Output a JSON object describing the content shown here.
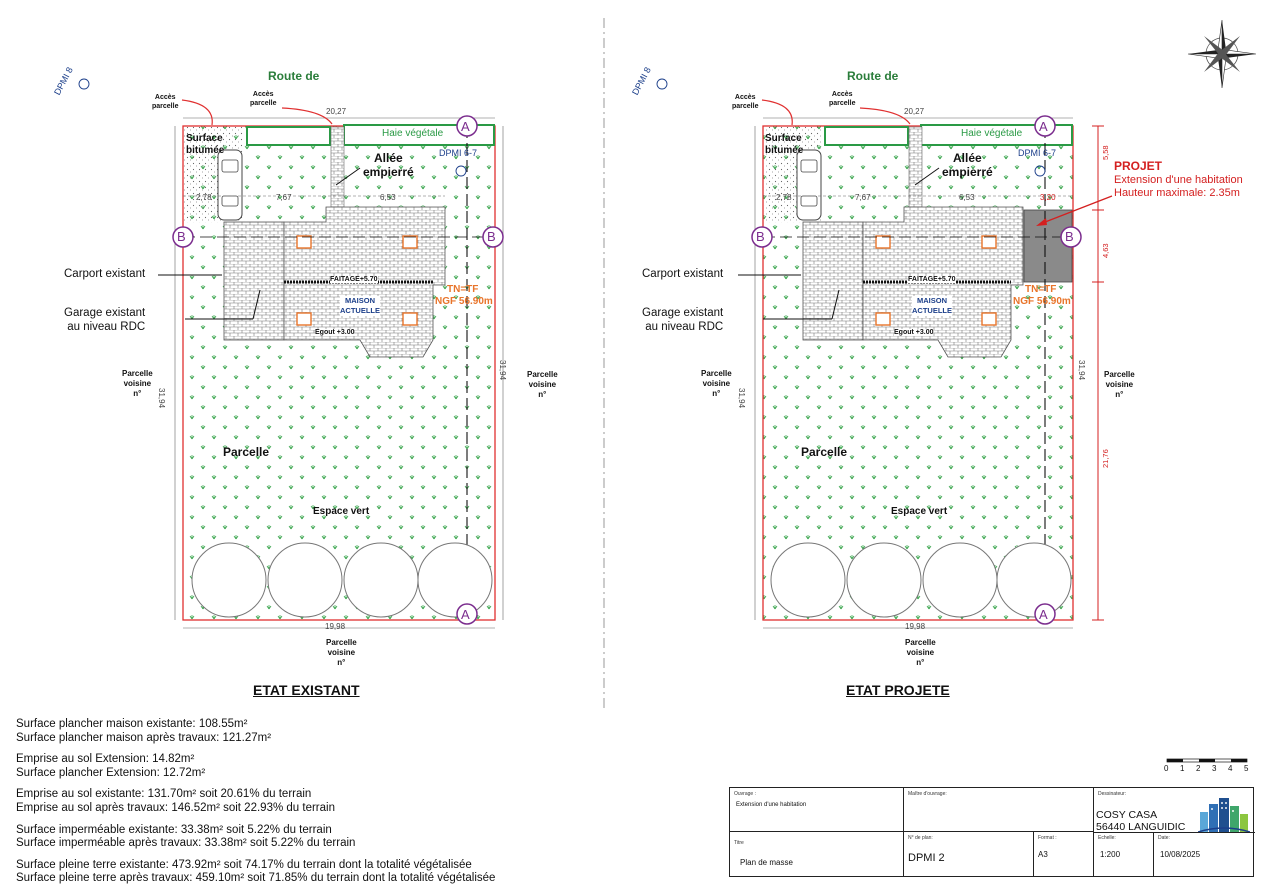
{
  "plans": [
    {
      "id": "existant",
      "caption": "ETAT EXISTANT",
      "route": "Route de",
      "dpmi8": "DPMI 8",
      "acces1": [
        "Accès",
        "parcelle"
      ],
      "acces2": [
        "Accès",
        "parcelle"
      ],
      "dim_top": "20,27",
      "haie": "Haie végétale",
      "surface_bitumee": [
        "Surface",
        "bitumée"
      ],
      "allee": [
        "Allée",
        "empierré"
      ],
      "dpmi67": "DPMI 6-7",
      "dim_278": "2,78",
      "dim_767": "7,67",
      "dim_653": "6,53",
      "carport": "Carport existant",
      "garage": [
        "Garage existant",
        "au niveau RDC"
      ],
      "faitage": "FAITAGE+5.70",
      "maison": [
        "MAISON",
        "ACTUELLE"
      ],
      "tn": "TN=TF",
      "ngf": "NGF 56.90m",
      "egout": "Egout +3.00",
      "voisine_left": [
        "Parcelle",
        "voisine",
        "n°"
      ],
      "voisine_right": [
        "Parcelle",
        "voisine",
        "n°"
      ],
      "voisine_bottom": [
        "Parcelle",
        "voisine",
        "n°"
      ],
      "dim_left": "31,94",
      "dim_right": "31,94",
      "parcelle": "Parcelle",
      "espace_vert": "Espace vert",
      "dim_bottom": "19,98",
      "section_a": "A",
      "section_b": "B"
    },
    {
      "id": "projete",
      "caption": "ETAT PROJETE",
      "route": "Route de",
      "dpmi8": "DPMI 8",
      "acces1": [
        "Accès",
        "parcelle"
      ],
      "acces2": [
        "Accès",
        "parcelle"
      ],
      "dim_top": "20,27",
      "haie": "Haie végétale",
      "surface_bitumee": [
        "Surface",
        "bitumée"
      ],
      "allee": [
        "Allée",
        "empierré"
      ],
      "dpmi67": "DPMI 6-7",
      "dim_278": "2,78",
      "dim_767": "7,67",
      "dim_653": "6,53",
      "dim_320": "3,20",
      "carport": "Carport existant",
      "garage": [
        "Garage existant",
        "au niveau RDC"
      ],
      "faitage": "FAITAGE+5.70",
      "maison": [
        "MAISON",
        "ACTUELLE"
      ],
      "tn": "TN=TF",
      "ngf": "NGF 56.90m",
      "egout": "Egout +3.00",
      "voisine_left": [
        "Parcelle",
        "voisine",
        "n°"
      ],
      "voisine_right": [
        "Parcelle",
        "voisine",
        "n°"
      ],
      "voisine_bottom": [
        "Parcelle",
        "voisine",
        "n°"
      ],
      "dim_left": "31,94",
      "dim_right": "31,94",
      "parcelle": "Parcelle",
      "espace_vert": "Espace vert",
      "dim_bottom": "19,98",
      "section_a": "A",
      "section_b": "B",
      "projet": [
        "PROJET",
        "Extension d'une habitation",
        "Hauteur maximale: 2.35m"
      ],
      "red_dims": [
        "5,58",
        "4,63",
        "21,76"
      ]
    }
  ],
  "stats": [
    [
      "Surface plancher maison existante: 108.55m²",
      "Surface plancher maison après travaux: 121.27m²"
    ],
    [
      "Emprise au sol Extension: 14.82m²",
      "Surface plancher Extension: 12.72m²"
    ],
    [
      "Emprise au sol existante: 131.70m² soit 20.61% du terrain",
      "Emprise au sol après travaux: 146.52m² soit 22.93% du terrain"
    ],
    [
      "Surface imperméable existante: 33.38m² soit 5.22% du terrain",
      "Surface imperméable après travaux: 33.38m² soit 5.22% du terrain"
    ],
    [
      "Surface pleine terre existante: 473.92m² soit 74.17% du terrain dont la totalité végétalisée",
      "Surface pleine terre après travaux: 459.10m² soit 71.85% du terrain dont la totalité végétalisée"
    ]
  ],
  "scale_ticks": [
    "0",
    "1",
    "2",
    "3",
    "4",
    "5"
  ],
  "cartouche": {
    "ouvrage_label": "Ouvrage :",
    "ouvrage_value": "Extension d'une habitation",
    "maitre_label": "Maître d'ouvrage:",
    "dessinateur_label": "Dessinateur:",
    "company": "COSY CASA",
    "city": "56440 LANGUIDIC",
    "titre_label": "Titre",
    "titre_value": "Plan de masse",
    "num_label": "N° de plan:",
    "num_value": "DPMI 2",
    "format_label": "Format :",
    "format_value": "A3",
    "echelle_label": "Echelle:",
    "echelle_value": "1:200",
    "date_label": "Date:",
    "date_value": "10/08/2025"
  },
  "colors": {
    "parcel_border": "#e03030",
    "green": "#2a9a45",
    "accent_purple": "#7b2d8e",
    "orange": "#e8742a",
    "navy": "#1c3f8a",
    "red_text": "#d42020"
  }
}
